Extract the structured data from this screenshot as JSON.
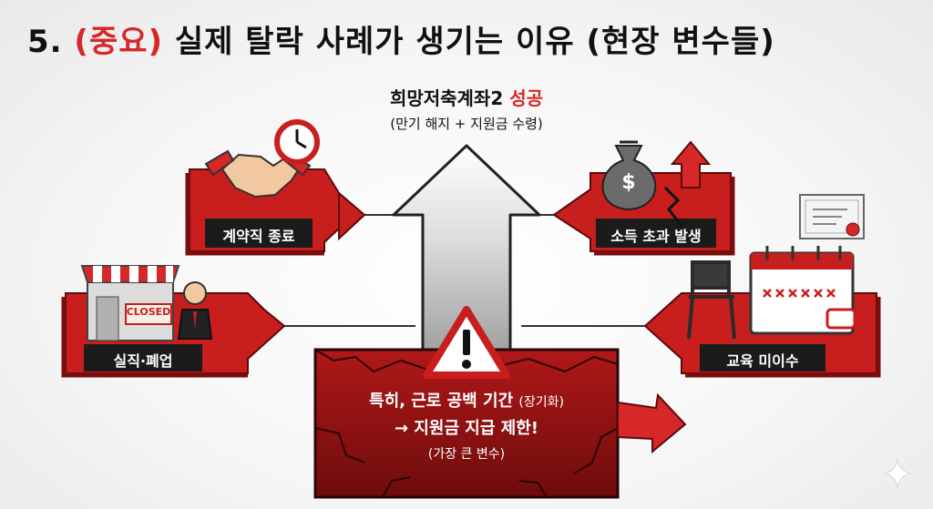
{
  "title": {
    "prefix": "5. ",
    "highlight": "(중요)",
    "rest": " 실제 탈락 사례가 생기는 이유 (현장 변수들)"
  },
  "goal": {
    "main": "희망저축계좌2 ",
    "success": "성공",
    "sub": "(만기 해지 + 지원금 수령)"
  },
  "causes": {
    "contract_end": "계약직 종료",
    "job_loss": "실직·폐업",
    "income_excess": "소득 초과 발생",
    "education_missed": "교육 미이수"
  },
  "closed_sign": "CLOSED",
  "center": {
    "line1": "특히, 근로 공백 기간 ",
    "line1_small": "(장기화)",
    "line2": "→ 지원금 지급 제한!",
    "line3": "(가장 큰 변수)"
  },
  "colors": {
    "accent": "#d62828",
    "dark_red": "#8b1010",
    "block_red": "#c81e1e"
  },
  "icons": [
    "handshake-icon",
    "clock-icon",
    "store-icon",
    "person-icon",
    "money-bag-icon",
    "up-arrow-icon",
    "certificate-icon",
    "chair-icon",
    "calendar-icon",
    "warning-icon"
  ]
}
